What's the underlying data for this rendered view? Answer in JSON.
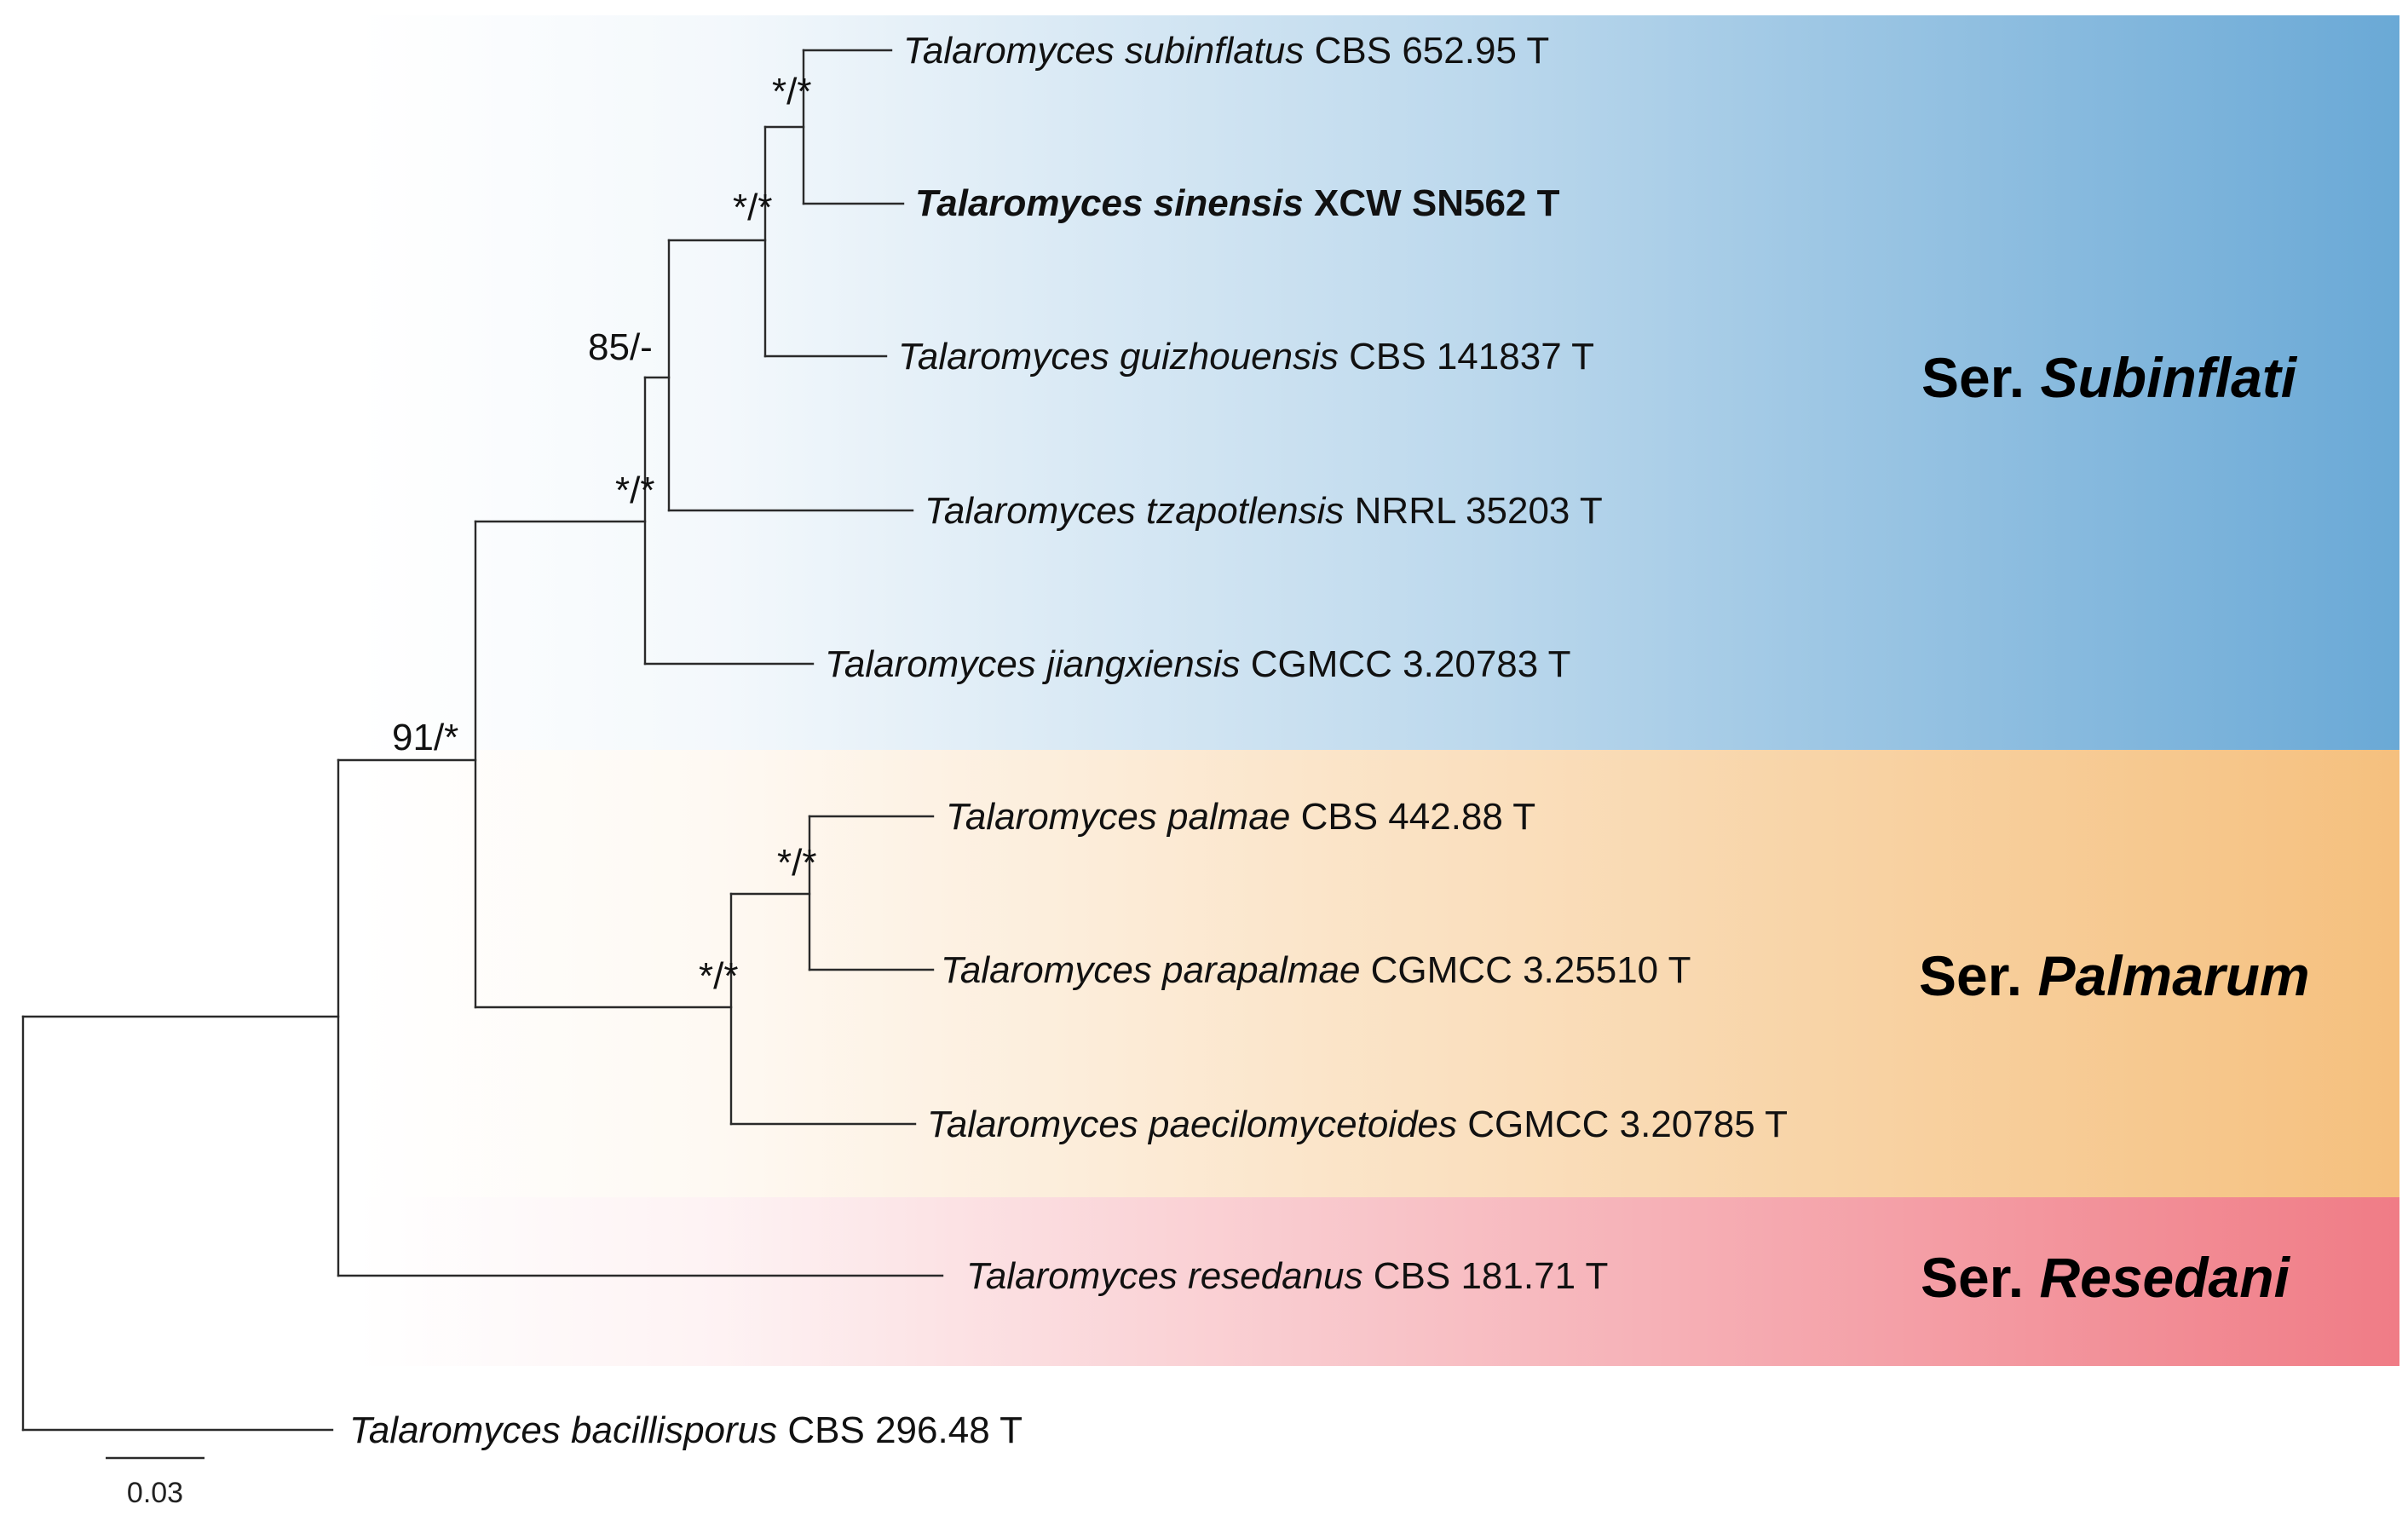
{
  "groups": [
    {
      "id": "subinflati",
      "prefix": "Ser. ",
      "name": "Subinflati",
      "color": "#6aa9d6"
    },
    {
      "id": "palmarum",
      "prefix": "Ser. ",
      "name": "Palmarum",
      "color": "#f5c07e"
    },
    {
      "id": "resedani",
      "prefix": "Ser. ",
      "name": "Resedani",
      "color": "#f07c86"
    }
  ],
  "taxa": [
    {
      "genus": "Talaromyces",
      "species": "subinflatus",
      "strain": "CBS 652.95 T",
      "bold": false
    },
    {
      "genus": "Talaromyces",
      "species": "sinensis",
      "strain": "XCW SN562 T",
      "bold": true
    },
    {
      "genus": "Talaromyces",
      "species": "guizhouensis",
      "strain": "CBS 141837 T",
      "bold": false
    },
    {
      "genus": "Talaromyces",
      "species": "tzapotlensis",
      "strain": "NRRL 35203 T",
      "bold": false
    },
    {
      "genus": "Talaromyces",
      "species": "jiangxiensis",
      "strain": "CGMCC 3.20783 T",
      "bold": false
    },
    {
      "genus": "Talaromyces",
      "species": "palmae",
      "strain": "CBS 442.88 T",
      "bold": false
    },
    {
      "genus": "Talaromyces",
      "species": "parapalmae",
      "strain": "CGMCC 3.25510 T",
      "bold": false
    },
    {
      "genus": "Talaromyces",
      "species": "paecilomycetoides",
      "strain": "CGMCC 3.20785 T",
      "bold": false
    },
    {
      "genus": "Talaromyces",
      "species": "resedanus",
      "strain": "CBS 181.71 T",
      "bold": false
    },
    {
      "genus": "Talaromyces",
      "species": "bacillisporus",
      "strain": "CBS 296.48 T",
      "bold": false
    }
  ],
  "supports": [
    "*/*",
    "*/*",
    "85/-",
    "*/*",
    "91/*",
    "*/*",
    "*/*"
  ],
  "scale_bar": {
    "label": "0.03"
  }
}
